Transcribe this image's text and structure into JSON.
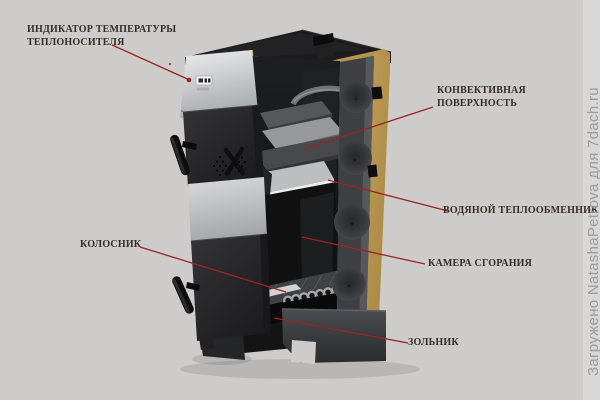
{
  "watermark": {
    "text": "Загружено NatashaPetrova для 7dach.ru"
  },
  "callouts": {
    "labels": {
      "indicator": "ИНДИКАТОР ТЕМПЕРАТУРЫ ТЕПЛОНОСИТЕЛЯ",
      "convective": "КОНВЕКТИВНАЯ ПОВЕРХНОСТЬ",
      "heat_exchanger": "ВОДЯНОЙ ТЕПЛООБМЕННИК",
      "combustion": "КАМЕРА СГОРАНИЯ",
      "grate": "КОЛОСНИК",
      "ashpan": "ЗОЛЬНИК"
    }
  },
  "colors": {
    "background": "#cdccca",
    "watermark_strip": "#d8d7d5",
    "watermark_text": "#9c9c9c",
    "label_text": "#362c26",
    "callout_red": "#9b2423",
    "insulation_tan": "#b3924e",
    "steel_silver": "#c6c8ca",
    "body_dark": "#232325"
  }
}
